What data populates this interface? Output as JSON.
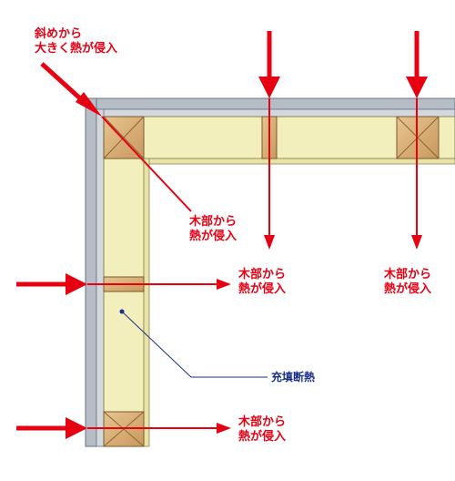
{
  "labels": {
    "diagonal": {
      "line1": "斜めから",
      "line2": "大きく熱が侵入"
    },
    "wood_diagonal": {
      "line1": "木部から",
      "line2": "熱が侵入"
    },
    "wood_mid": {
      "line1": "木部から",
      "line2": "熱が侵入"
    },
    "wood_right": {
      "line1": "木部から",
      "line2": "熱が侵入"
    },
    "wood_bottom": {
      "line1": "木部から",
      "line2": "熱が侵入"
    },
    "insulation": "充填断熱"
  },
  "colors": {
    "arrow": "#e60012",
    "insulation": "#f3efbd",
    "wood": "#d9b27c",
    "sheathing": "#b6bdc6",
    "leader": "#1a2f8a"
  }
}
